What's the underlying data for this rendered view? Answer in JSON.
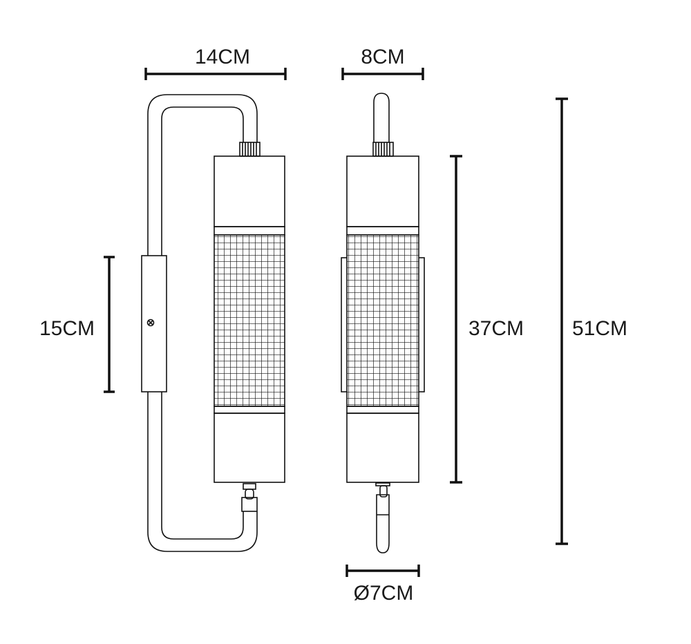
{
  "dimensions": {
    "width_front": "14CM",
    "width_side": "8CM",
    "wall_plate_height": "15CM",
    "body_height": "37CM",
    "total_height": "51CM",
    "diameter": "Ø7CM"
  },
  "colors": {
    "line": "#111111",
    "background": "#ffffff"
  }
}
